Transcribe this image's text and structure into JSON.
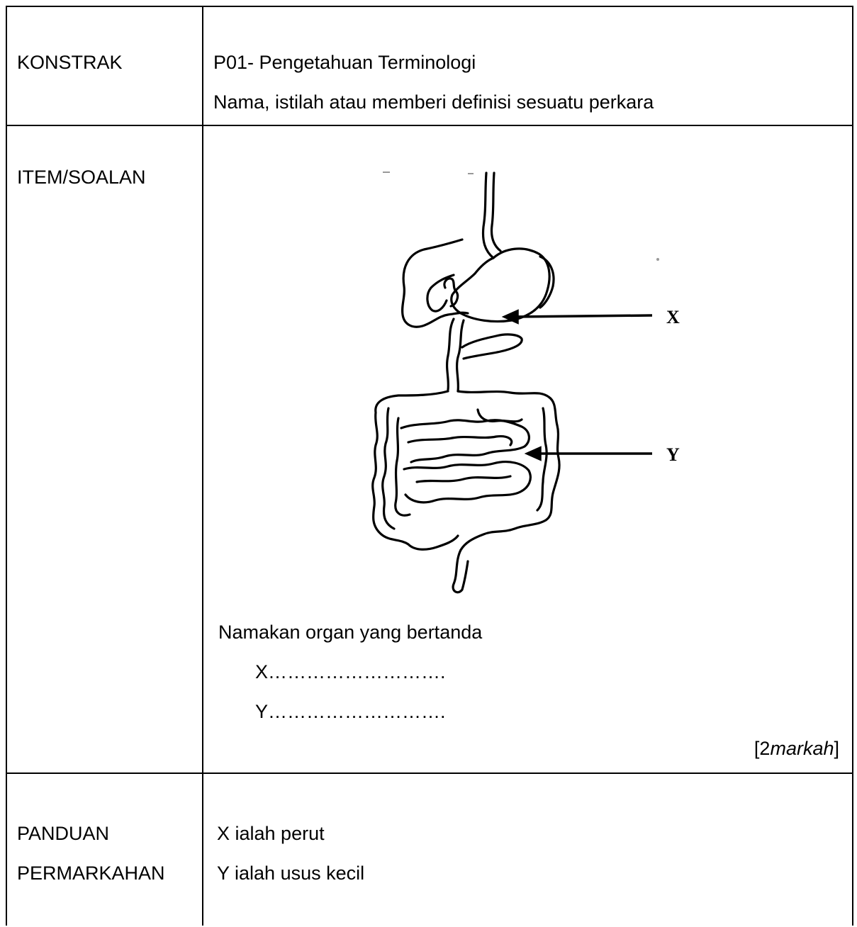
{
  "rows": {
    "konstrak": {
      "label": "KONSTRAK",
      "line1": "P01- Pengetahuan Terminologi",
      "line2": "Nama, istilah atau memberi definisi sesuatu perkara"
    },
    "item": {
      "label": "ITEM/SOALAN",
      "diagram": {
        "label_x": "X",
        "label_y": "Y"
      },
      "question": "Namakan organ yang bertanda",
      "answer_x": "X……………………….",
      "answer_y": "Y……………………….",
      "marks_number": "2",
      "marks_word": "markah"
    },
    "panduan": {
      "label_line1": "PANDUAN",
      "label_line2": "PERMARKAHAN",
      "answer1": "X ialah perut",
      "answer2": "Y ialah usus kecil"
    }
  }
}
